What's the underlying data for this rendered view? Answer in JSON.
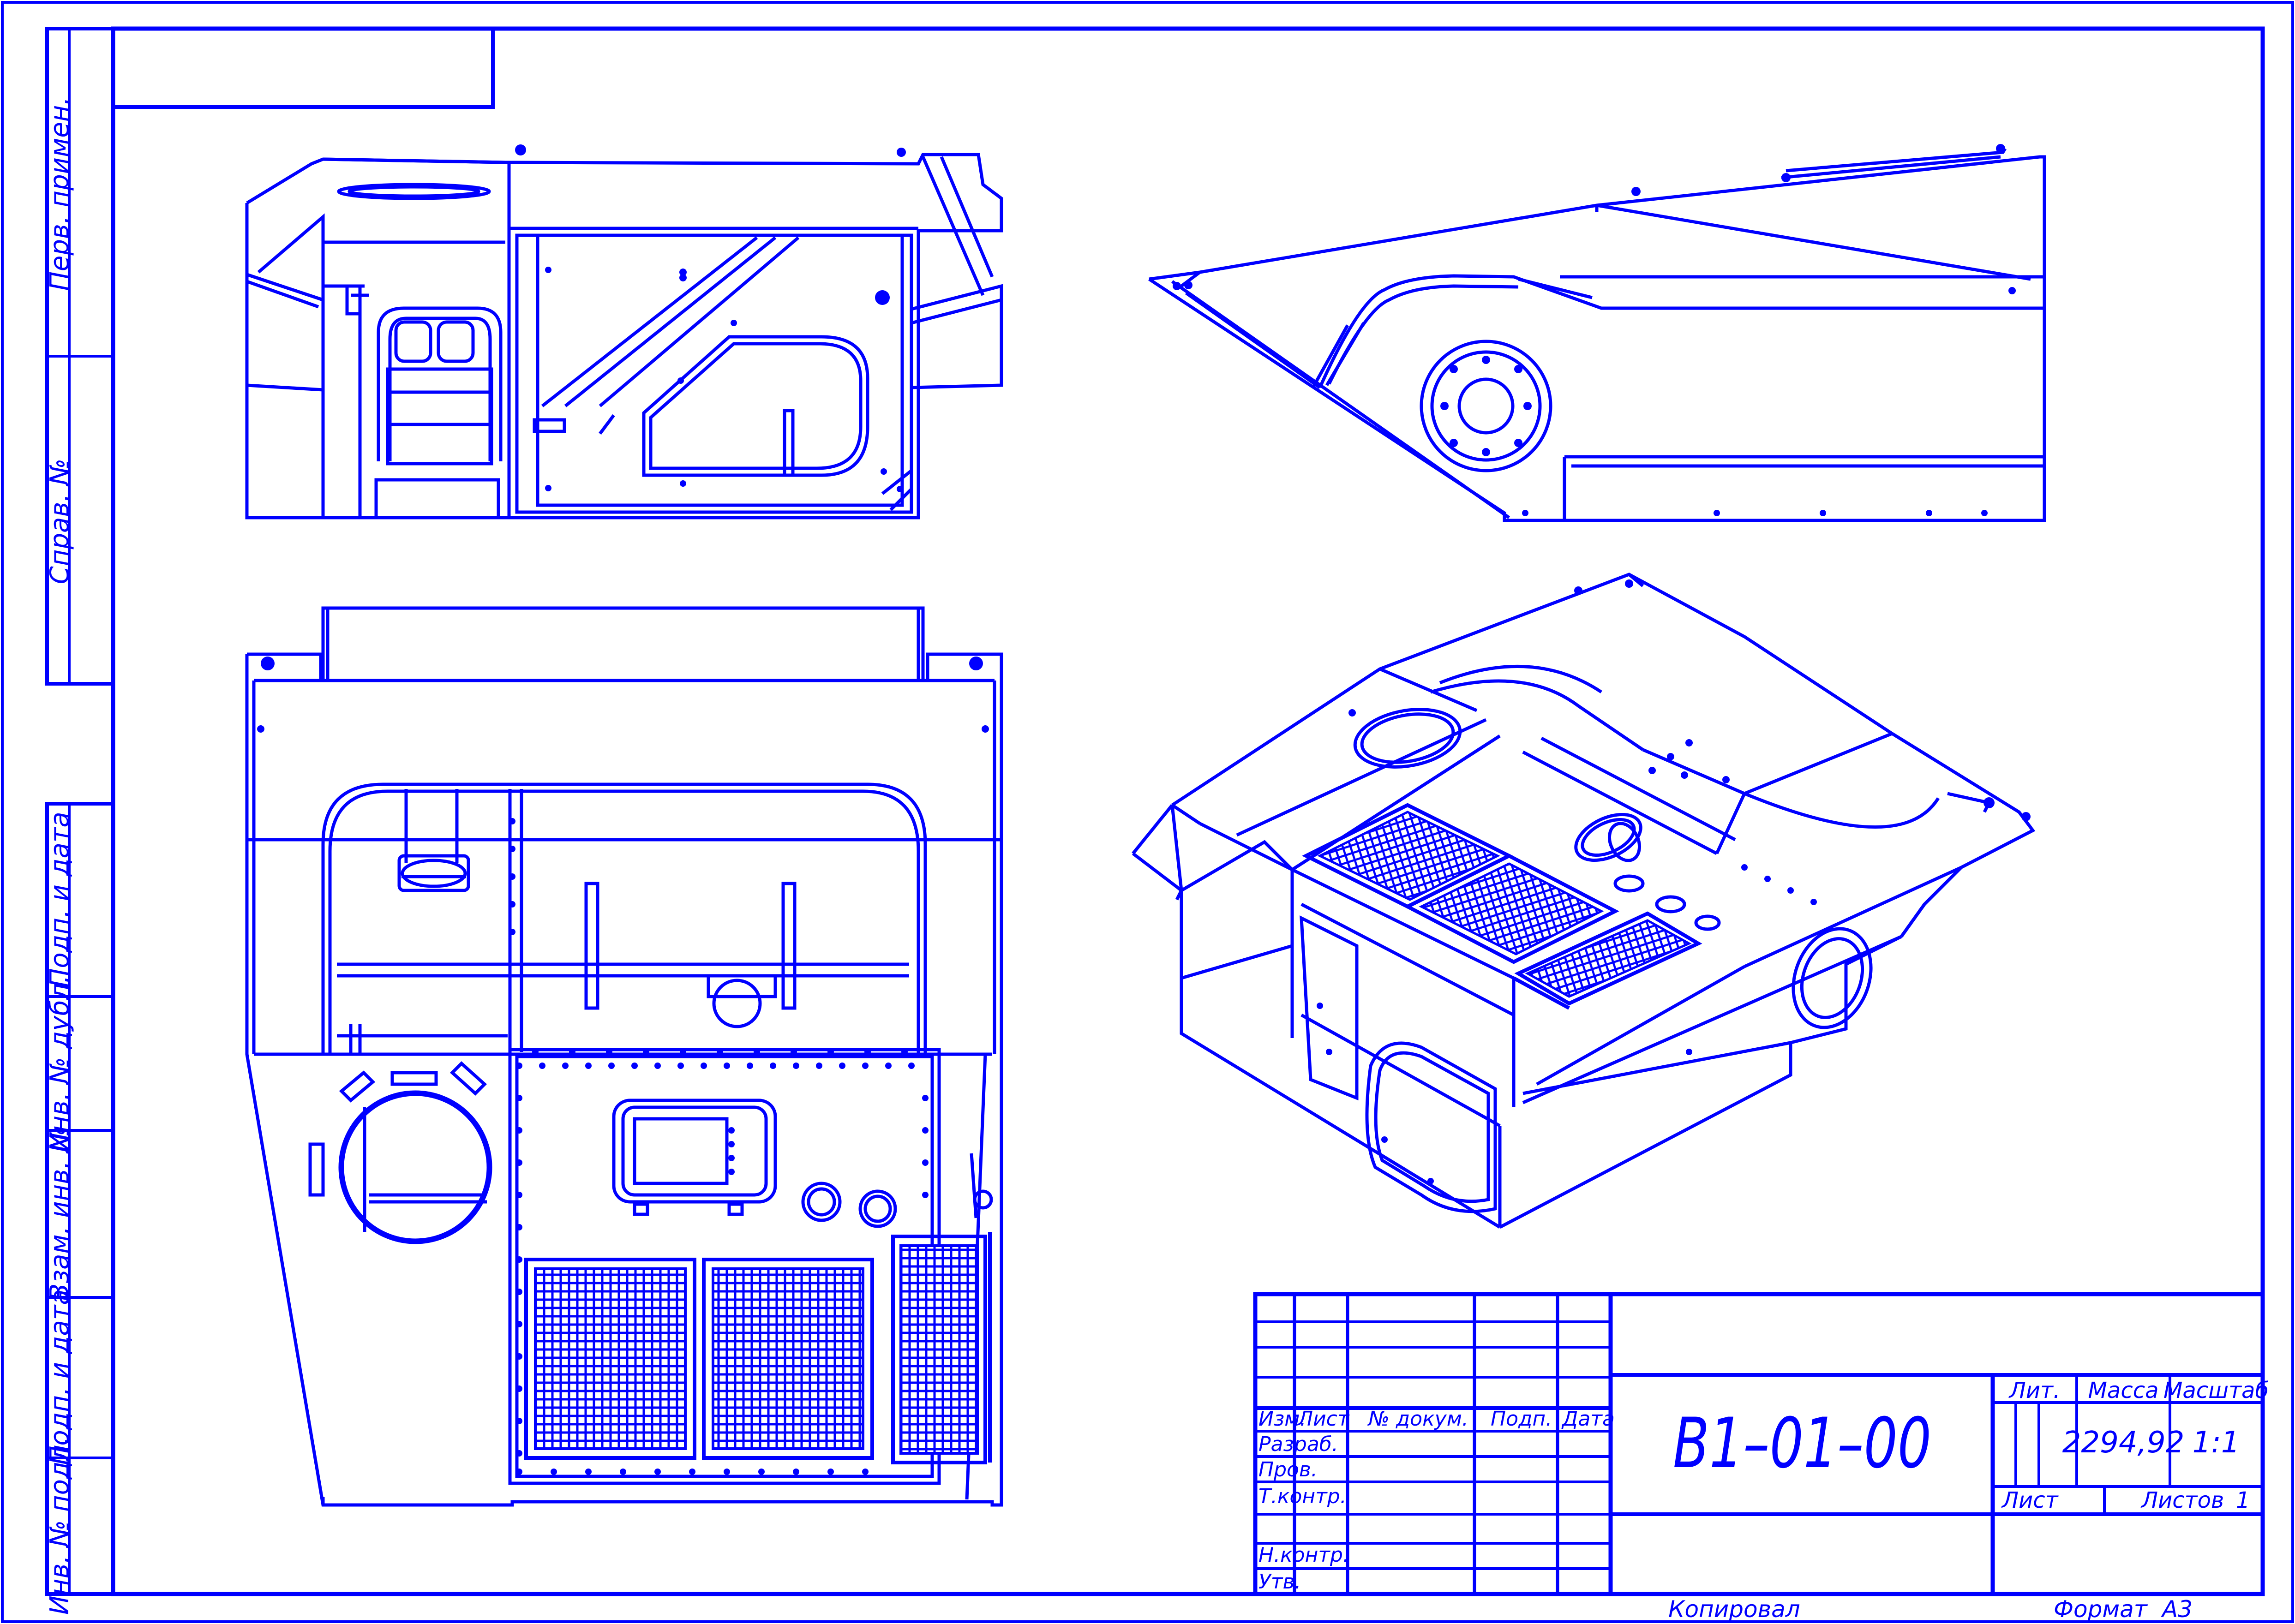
{
  "side_columns": {
    "perv_primen": "Перв. примен.",
    "sprav_no": "Справ. №",
    "podp_data_1": "Подп. и дата",
    "inv_dubl": "Инв. № дубл.",
    "vzam_inv": "Взам. инв. №",
    "podp_data_2": "Подп. и дата",
    "inv_podl": "Инв. № подл."
  },
  "title_block": {
    "headers": {
      "izm": "Изм.",
      "list": "Лист",
      "no_dokum": "№ докум.",
      "podp": "Подп.",
      "data": "Дата"
    },
    "roles": {
      "razrab": "Разраб.",
      "prov": "Пров.",
      "tkontr": "Т.контр.",
      "nkontr": "Н.контр.",
      "utv": "Утв."
    },
    "designation": "B1–01–00",
    "lit_label": "Лит.",
    "massa_label": "Масса",
    "masshtab_label": "Масштаб",
    "massa_value": "2294,92",
    "masshtab_value": "1:1",
    "list_label": "Лист",
    "listov_label": "Листов",
    "listov_value": "1"
  },
  "footer": {
    "kopiroval": "Копировал",
    "format_label": "Формат",
    "format_value": "А3"
  },
  "colors": {
    "line": "#0000ff",
    "background": "#ffffff"
  }
}
